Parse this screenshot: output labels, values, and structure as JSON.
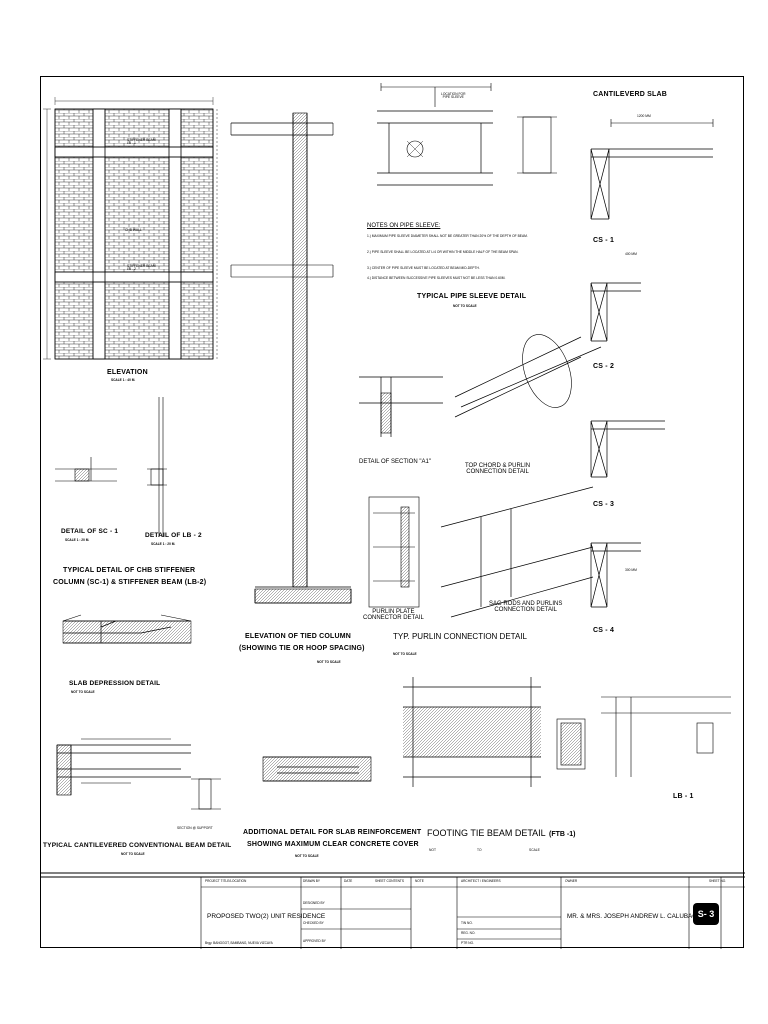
{
  "labels": {
    "elevation": "ELEVATION",
    "elevation_scale": "SCALE 1 : 40 M.",
    "chb_wall": "CHB WALL",
    "sb1": "STIFFENER BEAM\nLB - 1",
    "sb2": "STIFFENER BEAM\nLB - 2",
    "sc1_title": "DETAIL OF SC - 1",
    "sc1_scale": "SCALE 1 : 20 M.",
    "lb2_title": "DETAIL OF LB - 2",
    "lb2_scale": "SCALE 1 : 20 M.",
    "chb_stiffener_title1": "TYPICAL DETAIL OF CHB STIFFENER",
    "chb_stiffener_title2": "COLUMN (SC-1) & STIFFENER BEAM (LB-2)",
    "slab_depression": "SLAB DEPRESSION DETAIL",
    "nts": "NOT TO SCALE",
    "typ_cantilevered": "TYPICAL CANTILEVERED CONVENTIONAL BEAM DETAIL",
    "section_support": "SECTION @ SUPPORT",
    "tied_column_1": "ELEVATION OF TIED COLUMN",
    "tied_column_2": "(SHOWING TIE OR HOOP SPACING)",
    "additional_1": "ADDITIONAL DETAIL FOR SLAB REINFORCEMENT",
    "additional_2": "SHOWING MAXIMUM CLEAR CONCRETE COVER",
    "pipe_sleeve_title": "TYPICAL PIPE SLEEVE DETAIL",
    "pipe_notes_head": "NOTES ON PIPE SLEEVE:",
    "pipe_notes": [
      "1.) MAXIMUM PIPE SLEEVE DIAMETER SHALL NOT BE GREATER THAN 20% OF THE DEPTH OF BEAM.",
      "2.) PIPE SLEEVE SHALL BE LOCATED AT L/4 OR WITHIN THE MIDDLE HALF OF THE BEAM SPAN.",
      "3.) CENTER OF PIPE SLEEVE MUST BE LOCATED AT BEAM MID-DEPTH.",
      "4.) DISTANCE BETWEEN SUCCESSIVE PIPE SLEEVES MUST NOT BE LESS THAN 0.60M."
    ],
    "location_pipe": "LOCATION FOR\nPIPE SLEEVE",
    "detail_a1": "DETAIL OF SECTION \"A1\"",
    "top_chord": "TOP CHORD & PURLIN\nCONNECTION DETAIL",
    "purlin_plate": "PURLIN PLATE\nCONNECTOR DETAIL",
    "sag_rods": "SAG RODS AND PURLINS\nCONNECTION DETAIL",
    "typ_purlin": "TYP. PURLIN CONNECTION DETAIL",
    "footing_tie": "FOOTING TIE BEAM DETAIL",
    "ftb": "(FTB -1)",
    "footing_nts": [
      "NOT",
      "TO",
      "SCALE"
    ],
    "cantilevered_slab": "CANTILEVERD SLAB",
    "cs1": "CS - 1",
    "cs2": "CS - 2",
    "cs3": "CS - 3",
    "cs4": "CS - 4",
    "lb1": "LB - 1",
    "dims": {
      "d1200": "1200 MM",
      "d400": "400 MM",
      "d300": "300 MM"
    }
  },
  "title_block": {
    "project_title_label": "PROJECT TITLE/LOCATION",
    "project_title": "PROPOSED TWO(2) UNIT RESIDENCE",
    "location": "Brgy. BANGGOT, BAMBANG, NUEVA VIZCAYA",
    "drawn_by": "DRAWN BY",
    "designed_by": "DESIGNED BY",
    "checked_by": "CHECKED BY",
    "approved_by": "APPROVED BY",
    "date": "DATE",
    "sheet_contents": "SHEET CONTENTS",
    "note": "NOTE",
    "architect": "ARCHITECT / ENGINEERS",
    "owner_label": "OWNER",
    "owner": "MR. & MRS. JOSEPH ANDREW L. CALUBAQUIB",
    "sheet_no_label": "SHEET NO.",
    "sheet_no": "S- 3",
    "ptr": "PTR NO.",
    "tin": "TIN NO.",
    "reg": "REG. NO."
  }
}
